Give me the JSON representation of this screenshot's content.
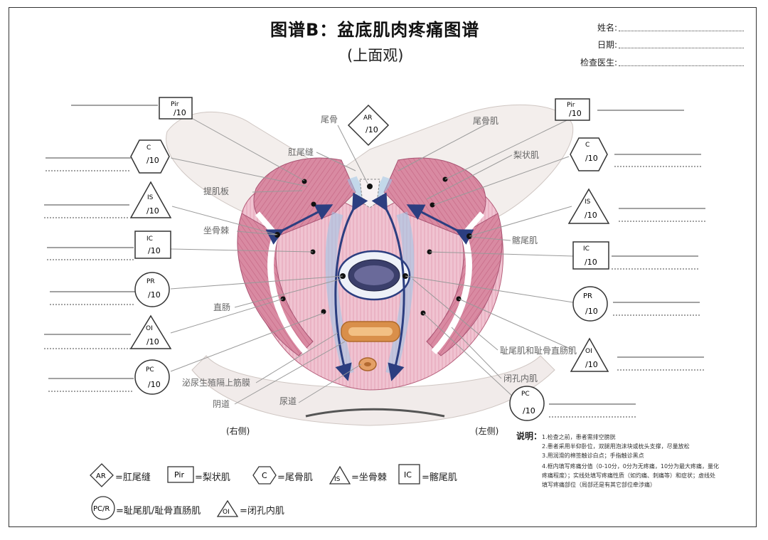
{
  "header": {
    "title": "图谱B：盆底肌肉疼痛图谱",
    "subtitle": "(上面观)",
    "fields": [
      "姓名:",
      "日期:",
      "检查医生:"
    ]
  },
  "scale_label": "/10",
  "badges": {
    "AR": "AR",
    "Pir": "Pir",
    "C": "C",
    "IS": "IS",
    "IC": "IC",
    "PR": "PR",
    "OI": "OI",
    "PC": "PC"
  },
  "anatomy_labels": {
    "coccyx": "尾骨",
    "anococcygeal_raphe": "肛尾缝",
    "levator_plate": "提肌板",
    "ischial_spine": "坐骨棘",
    "rectum": "直肠",
    "urogenital_fascia": "泌尿生殖隔上筋膜",
    "vagina": "阴道",
    "urethra": "尿道",
    "coccygeus": "尾骨肌",
    "piriformis": "梨状肌",
    "iliococcygeus": "髂尾肌",
    "pubococcygeus_puborectalis": "耻尾肌和耻骨直肠肌",
    "obturator_internus": "闭孔内肌"
  },
  "sides": {
    "right": "(右侧)",
    "left": "(左侧)"
  },
  "notes": {
    "head": "说明：",
    "items": [
      "1.检查之前，患者需排空膀胱",
      "2.患者采用半仰卧位，双腿用泡沫块或枕头支撑，尽量放松",
      "3.用润滑的棉签触诊白点；手指触诊黑点",
      "4.框内填写疼痛分值（0-10分，0分为无疼痛，10分为最大疼痛，量化",
      "疼痛程度）；实线处填写疼痛性质（如灼痛、刺痛等）和症状；虚线处",
      "填写疼痛部位（局部还是有其它部位牵涉痛）"
    ]
  },
  "legend": [
    {
      "badge": "AR",
      "text": "=肛尾缝"
    },
    {
      "badge": "Pir",
      "text": "=梨状肌"
    },
    {
      "badge": "C",
      "text": "=尾骨肌"
    },
    {
      "badge": "IS",
      "text": "=坐骨棘"
    },
    {
      "badge": "IC",
      "text": "=髂尾肌"
    },
    {
      "badge": "PC/R",
      "text": "=耻尾肌/耻骨直肠肌"
    },
    {
      "badge": "OI",
      "text": "=闭孔内肌"
    }
  ],
  "colors": {
    "muscle": "#d7849c",
    "muscle_light": "#f0c4d2",
    "fascia": "#b6d6ee",
    "arrow": "#2c3e80",
    "bone": "#f2ecea",
    "rectum": "#d98f4a"
  }
}
